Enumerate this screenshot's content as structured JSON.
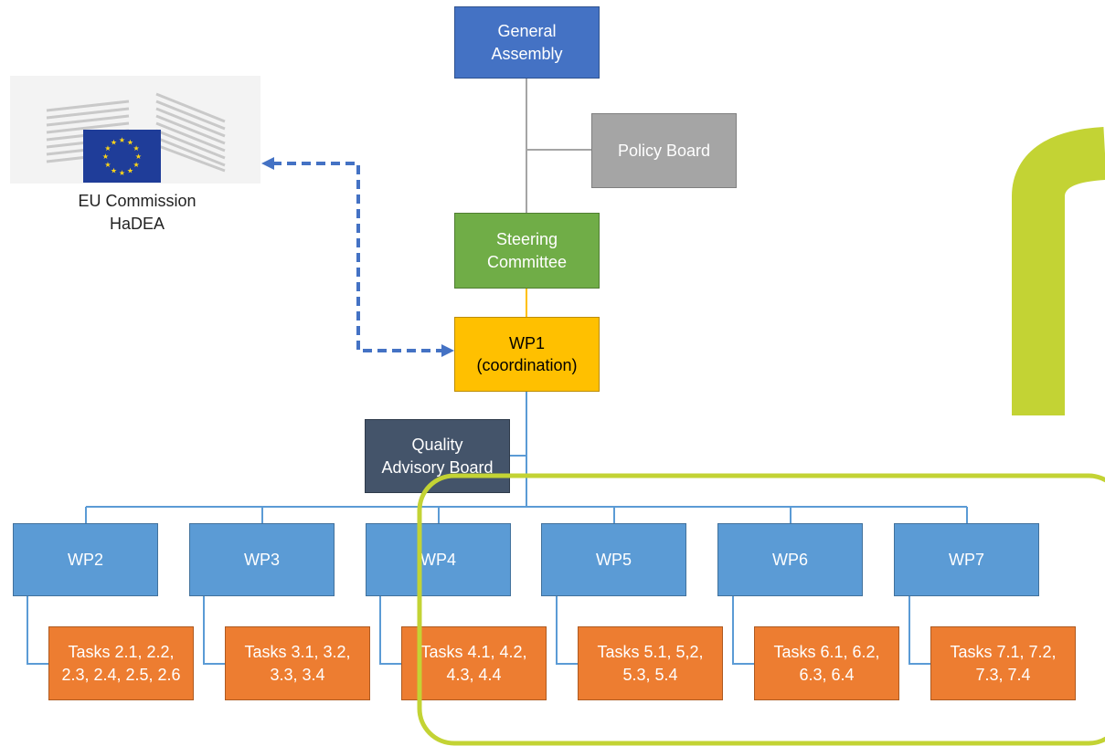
{
  "colors": {
    "general_assembly": "#4472C4",
    "policy_board": "#A5A5A5",
    "steering_committee": "#70AD47",
    "wp1": "#FFC000",
    "quality_board": "#44546A",
    "wp": "#5B9BD5",
    "tasks": "#ED7D31",
    "highlight": "#C3D334",
    "dashed_arrow": "#4472C4"
  },
  "eu": {
    "caption_line1": "EU Commission",
    "caption_line2": "HaDEA",
    "logo_icon": "eu-flag-building-logo"
  },
  "boards": {
    "general_assembly": "General\nAssembly",
    "policy_board": "Policy Board",
    "steering_committee": "Steering\nCommittee",
    "wp1": "WP1\n(coordination)",
    "quality_board": "Quality\nAdvisory Board"
  },
  "work_packages": [
    {
      "label": "WP2",
      "tasks": "Tasks 2.1, 2.2,\n2.3, 2.4, 2.5, 2.6"
    },
    {
      "label": "WP3",
      "tasks": "Tasks 3.1, 3.2,\n3.3, 3.4"
    },
    {
      "label": "WP4",
      "tasks": "Tasks 4.1, 4.2,\n4.3, 4.4"
    },
    {
      "label": "WP5",
      "tasks": "Tasks 5.1, 5,2,\n5.3, 5.4"
    },
    {
      "label": "WP6",
      "tasks": "Tasks 6.1, 6.2,\n6.3, 6.4"
    },
    {
      "label": "WP7",
      "tasks": "Tasks 7.1, 7.2,\n7.3, 7.4"
    }
  ]
}
